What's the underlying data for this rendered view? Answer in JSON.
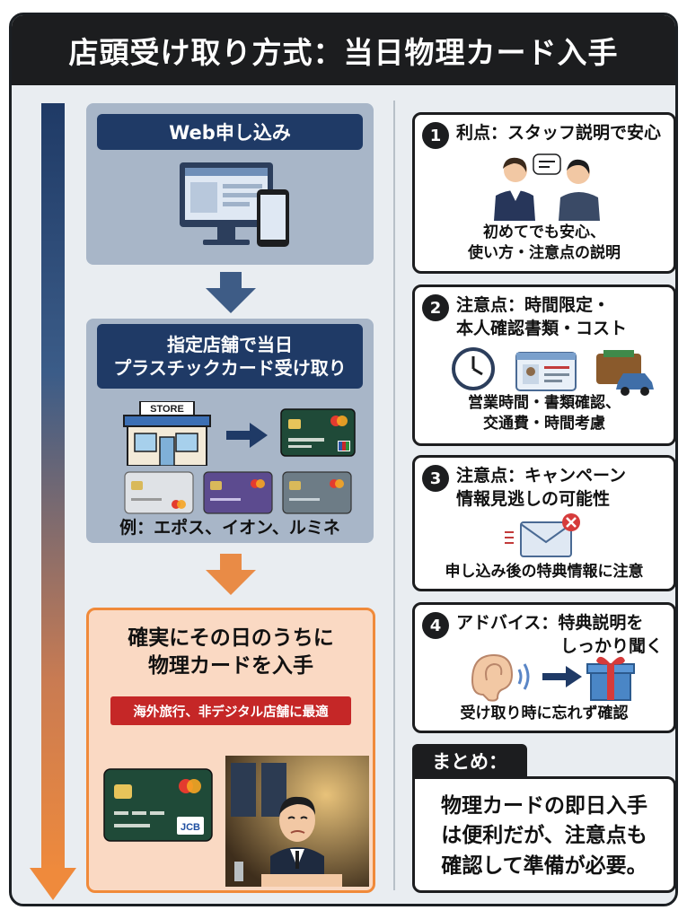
{
  "title": "店頭受け取り方式：当日物理カード入手",
  "flow": {
    "web_label": "Web申し込み",
    "store_label_line1": "指定店舗で当日",
    "store_label_line2": "プラスチックカード受け取り",
    "store_sign": "STORE",
    "example": "例：エポス、イオン、ルミネ",
    "result_line1": "確実にその日のうちに",
    "result_line2": "物理カードを入手",
    "result_note": "海外旅行、非デジタル店舗に最適",
    "card_brand": "JCB"
  },
  "points": [
    {
      "num": "1",
      "head_line1": "利点：スタッフ説明で安心",
      "head_line2": "",
      "body_line1": "初めてでも安心、",
      "body_line2": "使い方・注意点の説明"
    },
    {
      "num": "2",
      "head_line1": "注意点：時間限定・",
      "head_line2": "本人確認書類・コスト",
      "body_line1": "営業時間・書類確認、",
      "body_line2": "交通費・時間考慮"
    },
    {
      "num": "3",
      "head_line1": "注意点：キャンペーン",
      "head_line2": "情報見逃しの可能性",
      "body_line1": "申し込み後の特典情報に注意",
      "body_line2": ""
    },
    {
      "num": "4",
      "head_line1": "アドバイス：特典説明を",
      "head_line2": "しっかり聞く",
      "body_line1": "受け取り時に忘れず確認",
      "body_line2": ""
    }
  ],
  "summary": {
    "tab": "まとめ：",
    "line1": "物理カードの即日入手",
    "line2": "は便利だが、注意点も",
    "line3": "確認して準備が必要。"
  },
  "colors": {
    "navy": "#1f3a66",
    "orange": "#f08a3a",
    "red": "#c52727",
    "dark": "#1c1d1f"
  }
}
